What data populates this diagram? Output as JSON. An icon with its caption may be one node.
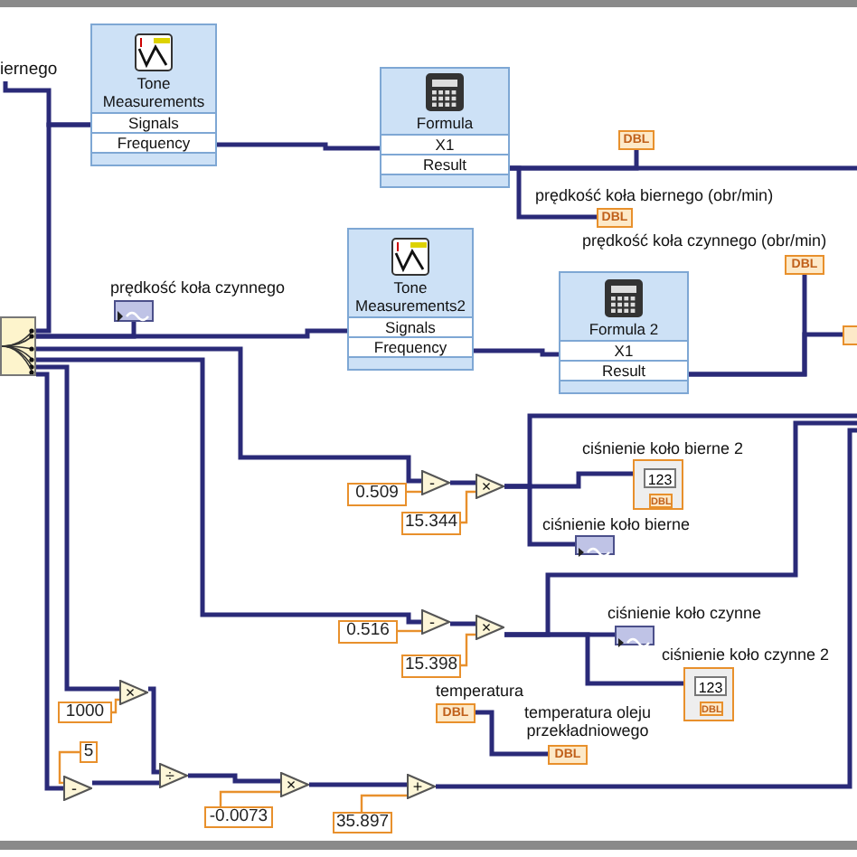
{
  "diagram": {
    "nodes": [
      {
        "text": [
          "Tone Measurements",
          "Signals",
          "Frequency"
        ]
      },
      {
        "text": [
          "Formula",
          "X1",
          "Result"
        ]
      },
      {
        "text": [
          "Tone Measurements2",
          "Signals",
          "Frequency"
        ]
      },
      {
        "text": [
          "Formula 2",
          "X1",
          "Result"
        ]
      },
      {
        "text": [],
        "shape": "box"
      },
      {
        "text": [
          "DBL"
        ]
      },
      {
        "text": [
          "DBL"
        ],
        "beside": [
          "prędkość koła biernego (obr/min)"
        ]
      },
      {
        "text": [
          "DBL"
        ],
        "beside": [
          "prędkość koła czynnego (obr/min)"
        ]
      },
      {
        "text": [],
        "shape": "box"
      },
      {
        "text": [],
        "shape": "box",
        "beside": [
          "prędkość koła czynnego"
        ]
      },
      {
        "text": [
          "0.509"
        ]
      },
      {
        "text": [
          "15.344"
        ]
      },
      {
        "text": [
          "-"
        ]
      },
      {
        "text": [
          "×"
        ]
      },
      {
        "text": [
          "123",
          "DBL"
        ],
        "beside": [
          "ciśnienie koło bierne 2"
        ]
      },
      {
        "text": [],
        "shape": "box",
        "beside": [
          "ciśnienie koło bierne"
        ]
      },
      {
        "text": [
          "0.516"
        ]
      },
      {
        "text": [
          "15.398"
        ]
      },
      {
        "text": [
          "-"
        ]
      },
      {
        "text": [
          "×"
        ]
      },
      {
        "text": [],
        "shape": "box",
        "beside": [
          "ciśnienie koło czynne"
        ]
      },
      {
        "text": [
          "123",
          "DBL"
        ],
        "beside": [
          "ciśnienie koło czynne 2"
        ]
      },
      {
        "text": [
          "DBL"
        ],
        "beside": [
          "temperatura"
        ]
      },
      {
        "text": [
          "DBL"
        ],
        "beside": [
          "temperatura oleju przekładniowego"
        ]
      },
      {
        "text": [
          "1000"
        ]
      },
      {
        "text": [
          "×"
        ]
      },
      {
        "text": [
          "5"
        ]
      },
      {
        "text": [
          "-"
        ]
      },
      {
        "text": [
          "÷"
        ]
      },
      {
        "text": [
          "-0.0073"
        ]
      },
      {
        "text": [
          "×"
        ]
      },
      {
        "text": [
          "35.897"
        ]
      },
      {
        "text": [
          "+"
        ]
      },
      {
        "text": [
          "iernego"
        ]
      }
    ],
    "edges": [
      {
        "from": 4,
        "to": 0,
        "arrow": "none"
      },
      {
        "from": 33,
        "to": 0,
        "arrow": "none"
      },
      {
        "from": 0,
        "to": 1,
        "arrow": "none"
      },
      {
        "from": 1,
        "to": 5,
        "arrow": "none"
      },
      {
        "from": 1,
        "to": 6,
        "arrow": "none"
      },
      {
        "from": 1,
        "to": null,
        "arrow": "none"
      },
      {
        "from": 4,
        "to": 9,
        "arrow": "none"
      },
      {
        "from": 4,
        "to": 2,
        "arrow": "none"
      },
      {
        "from": 2,
        "to": 3,
        "arrow": "none"
      },
      {
        "from": 3,
        "to": 7,
        "arrow": "none"
      },
      {
        "from": 3,
        "to": 8,
        "arrow": "none"
      },
      {
        "from": 4,
        "to": 12,
        "arrow": "none"
      },
      {
        "from": 10,
        "to": 12,
        "arrow": "none",
        "color": "#e8902c"
      },
      {
        "from": 12,
        "to": 13,
        "arrow": "none"
      },
      {
        "from": 11,
        "to": 13,
        "arrow": "none",
        "color": "#e8902c"
      },
      {
        "from": 13,
        "to": 14,
        "arrow": "none"
      },
      {
        "from": 13,
        "to": 15,
        "arrow": "none"
      },
      {
        "from": 13,
        "to": null,
        "arrow": "none"
      },
      {
        "from": 4,
        "to": 18,
        "arrow": "none"
      },
      {
        "from": 16,
        "to": 18,
        "arrow": "none",
        "color": "#e8902c"
      },
      {
        "from": 18,
        "to": 19,
        "arrow": "none"
      },
      {
        "from": 17,
        "to": 19,
        "arrow": "none",
        "color": "#e8902c"
      },
      {
        "from": 19,
        "to": 20,
        "arrow": "none"
      },
      {
        "from": 19,
        "to": 21,
        "arrow": "none"
      },
      {
        "from": 19,
        "to": null,
        "arrow": "none"
      },
      {
        "from": 4,
        "to": 25,
        "arrow": "none"
      },
      {
        "from": 4,
        "to": 27,
        "arrow": "none"
      },
      {
        "from": 24,
        "to": 25,
        "arrow": "none",
        "color": "#e8902c"
      },
      {
        "from": 26,
        "to": 27,
        "arrow": "none",
        "color": "#e8902c"
      },
      {
        "from": 25,
        "to": 28,
        "arrow": "none"
      },
      {
        "from": 27,
        "to": 28,
        "arrow": "none"
      },
      {
        "from": 28,
        "to": 30,
        "arrow": "none"
      },
      {
        "from": 29,
        "to": 30,
        "arrow": "none",
        "color": "#e8902c"
      },
      {
        "from": 30,
        "to": 32,
        "arrow": "none"
      },
      {
        "from": 31,
        "to": 32,
        "arrow": "none",
        "color": "#e8902c"
      },
      {
        "from": 22,
        "to": 23,
        "arrow": "none"
      },
      {
        "from": 32,
        "to": null,
        "arrow": "none"
      }
    ]
  }
}
